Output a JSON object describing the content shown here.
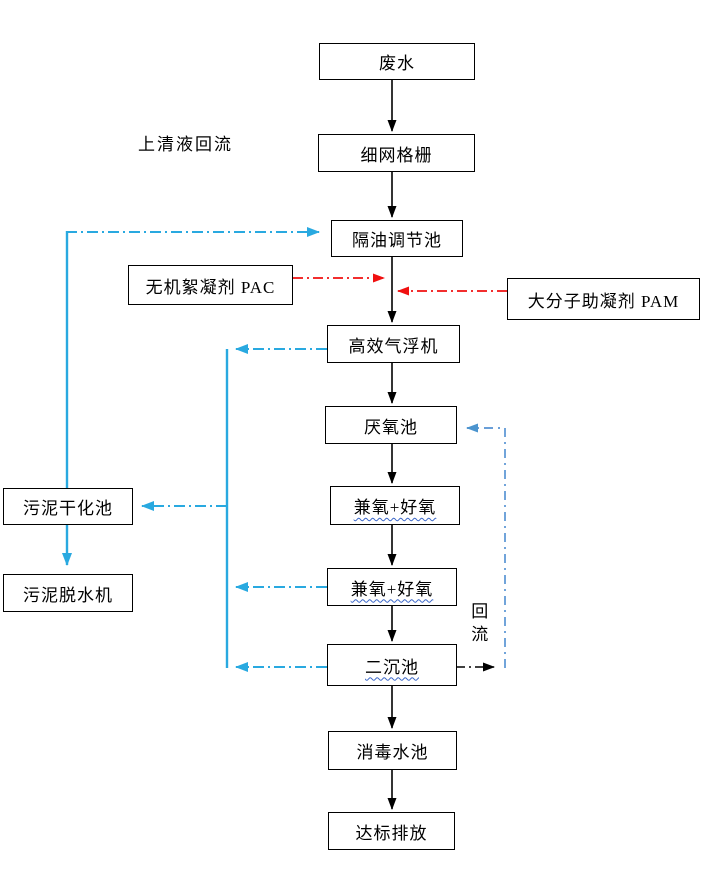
{
  "diagram": {
    "colors": {
      "main_flow": "#000000",
      "chemical_dosing": "#f01010",
      "sludge_line": "#29a9e0",
      "reflux_line": "#6a9fd8"
    },
    "nodes": {
      "wastewater": {
        "label": "废水"
      },
      "fine_mesh_screen": {
        "label": "细网格栅"
      },
      "oil_separation_tank": {
        "label": "隔油调节池"
      },
      "pac": {
        "label": "无机絮凝剂 PAC"
      },
      "pam": {
        "label": "大分子助凝剂 PAM"
      },
      "air_flotation": {
        "label": "高效气浮机"
      },
      "anaerobic_tank": {
        "label": "厌氧池"
      },
      "facultative_aerobic_1": {
        "label": "兼氧+好氧"
      },
      "facultative_aerobic_2": {
        "label": "兼氧+好氧"
      },
      "secondary_sedimentation": {
        "label": "二沉池"
      },
      "disinfection_tank": {
        "label": "消毒水池"
      },
      "discharge": {
        "label": "达标排放"
      },
      "sludge_drying_tank": {
        "label": "污泥干化池"
      },
      "sludge_dewatering": {
        "label": "污泥脱水机"
      }
    },
    "annotations": {
      "supernatant_reflux": "上清液回流",
      "reflux": "回流"
    }
  }
}
